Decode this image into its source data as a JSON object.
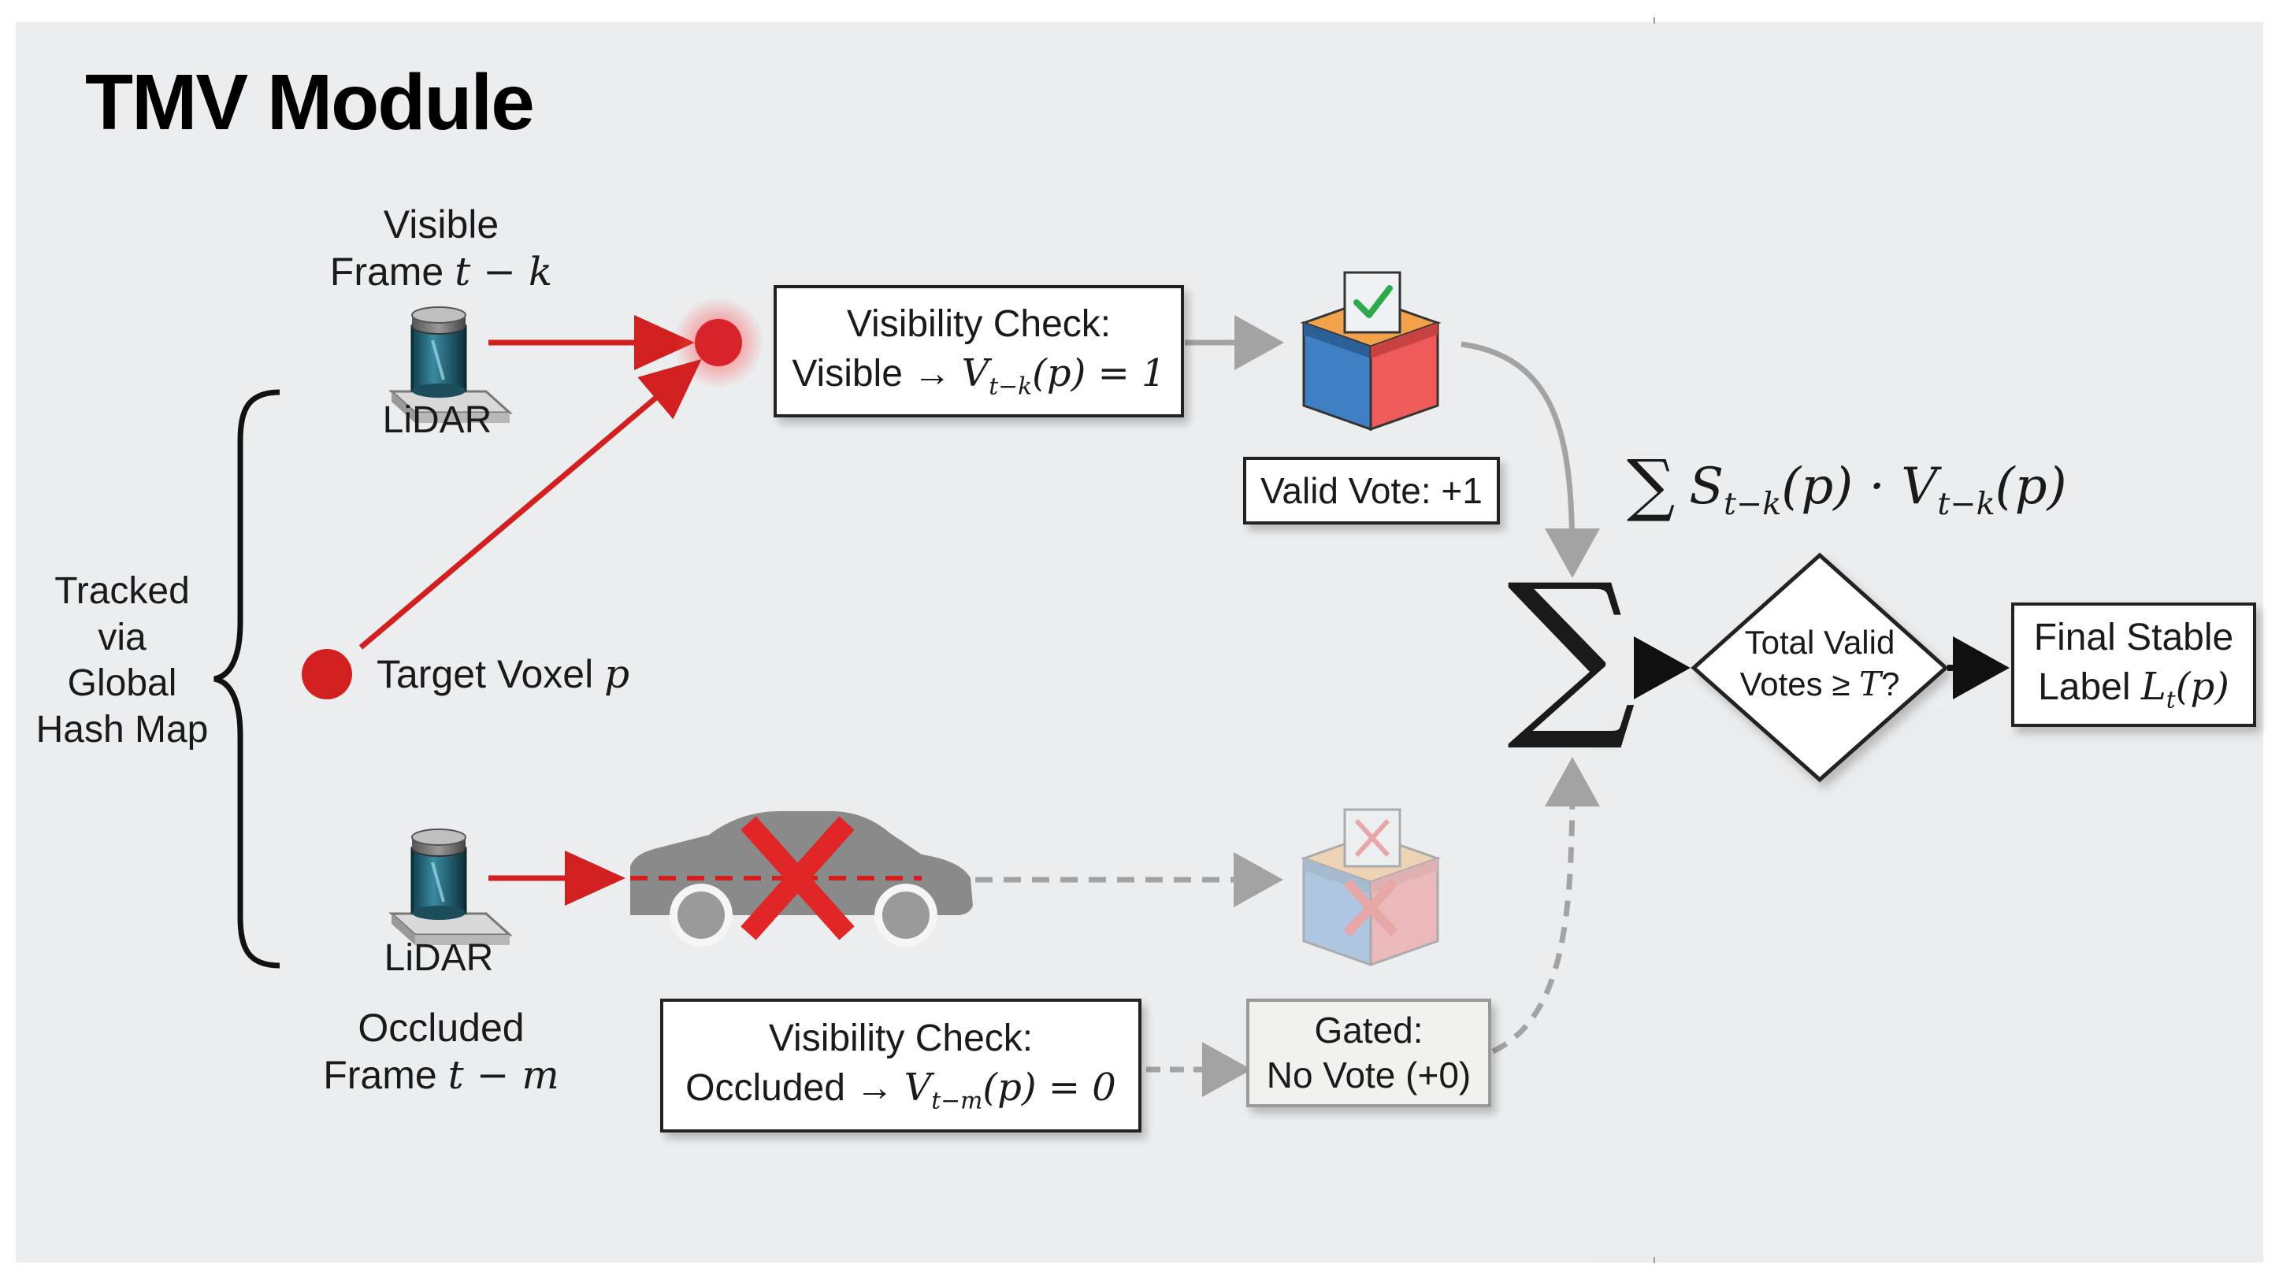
{
  "title": "TMV Module",
  "top_branch": {
    "heading_line1": "Visible",
    "heading_line2_prefix": "Frame ",
    "heading_line2_math": "t − k",
    "sensor_label": "LiDAR"
  },
  "bottom_branch": {
    "heading_line1": "Occluded",
    "heading_line2_prefix": "Frame ",
    "heading_line2_math": "t − m",
    "sensor_label": "LiDAR"
  },
  "tracked": {
    "lines": [
      "Tracked",
      "via",
      "Global",
      "Hash Map"
    ]
  },
  "target_voxel": {
    "prefix": "Target Voxel ",
    "math": "p"
  },
  "visibility_visible": {
    "line1": "Visibility Check:",
    "line2_prefix": "Visible → ",
    "var": "V",
    "sub": "t−k",
    "suffix": "(p) = 1"
  },
  "visibility_occluded": {
    "line1": "Visibility Check:",
    "line2_prefix": "Occluded → ",
    "var": "V",
    "sub": "t−m",
    "suffix": "(p) = 0"
  },
  "valid_vote": "Valid Vote: +1",
  "gated": {
    "line1": "Gated:",
    "line2": "No Vote (+0)"
  },
  "sum_formula": {
    "sigma": "∑",
    "s_var": "S",
    "s_sub": "t−k",
    "s_arg": "(p) · ",
    "v_var": "V",
    "v_sub": "t−k",
    "v_arg": "(p)"
  },
  "sum_symbol": "∑",
  "decision": {
    "line1": "Total Valid",
    "line2_prefix": "Votes ≥ ",
    "line2_math": "T",
    "line2_suffix": "?"
  },
  "final": {
    "line1": "Final Stable",
    "line2_prefix": "Label ",
    "var": "L",
    "sub": "t",
    "suffix": "(p)"
  },
  "colors": {
    "background": "#ebedef",
    "red": "#d21f1f",
    "grey_arrow": "#a3a3a3",
    "dark_arrow": "#111111",
    "car": "#8a8a8a",
    "ballot_orange": "#f2a24a",
    "ballot_blue": "#3f7fc4",
    "ballot_red": "#ef5b5b",
    "check_green": "#2faa4a"
  },
  "icons": [
    "lidar-icon",
    "ballot-box-icon",
    "car-icon",
    "cross-icon",
    "checkmark-icon"
  ]
}
